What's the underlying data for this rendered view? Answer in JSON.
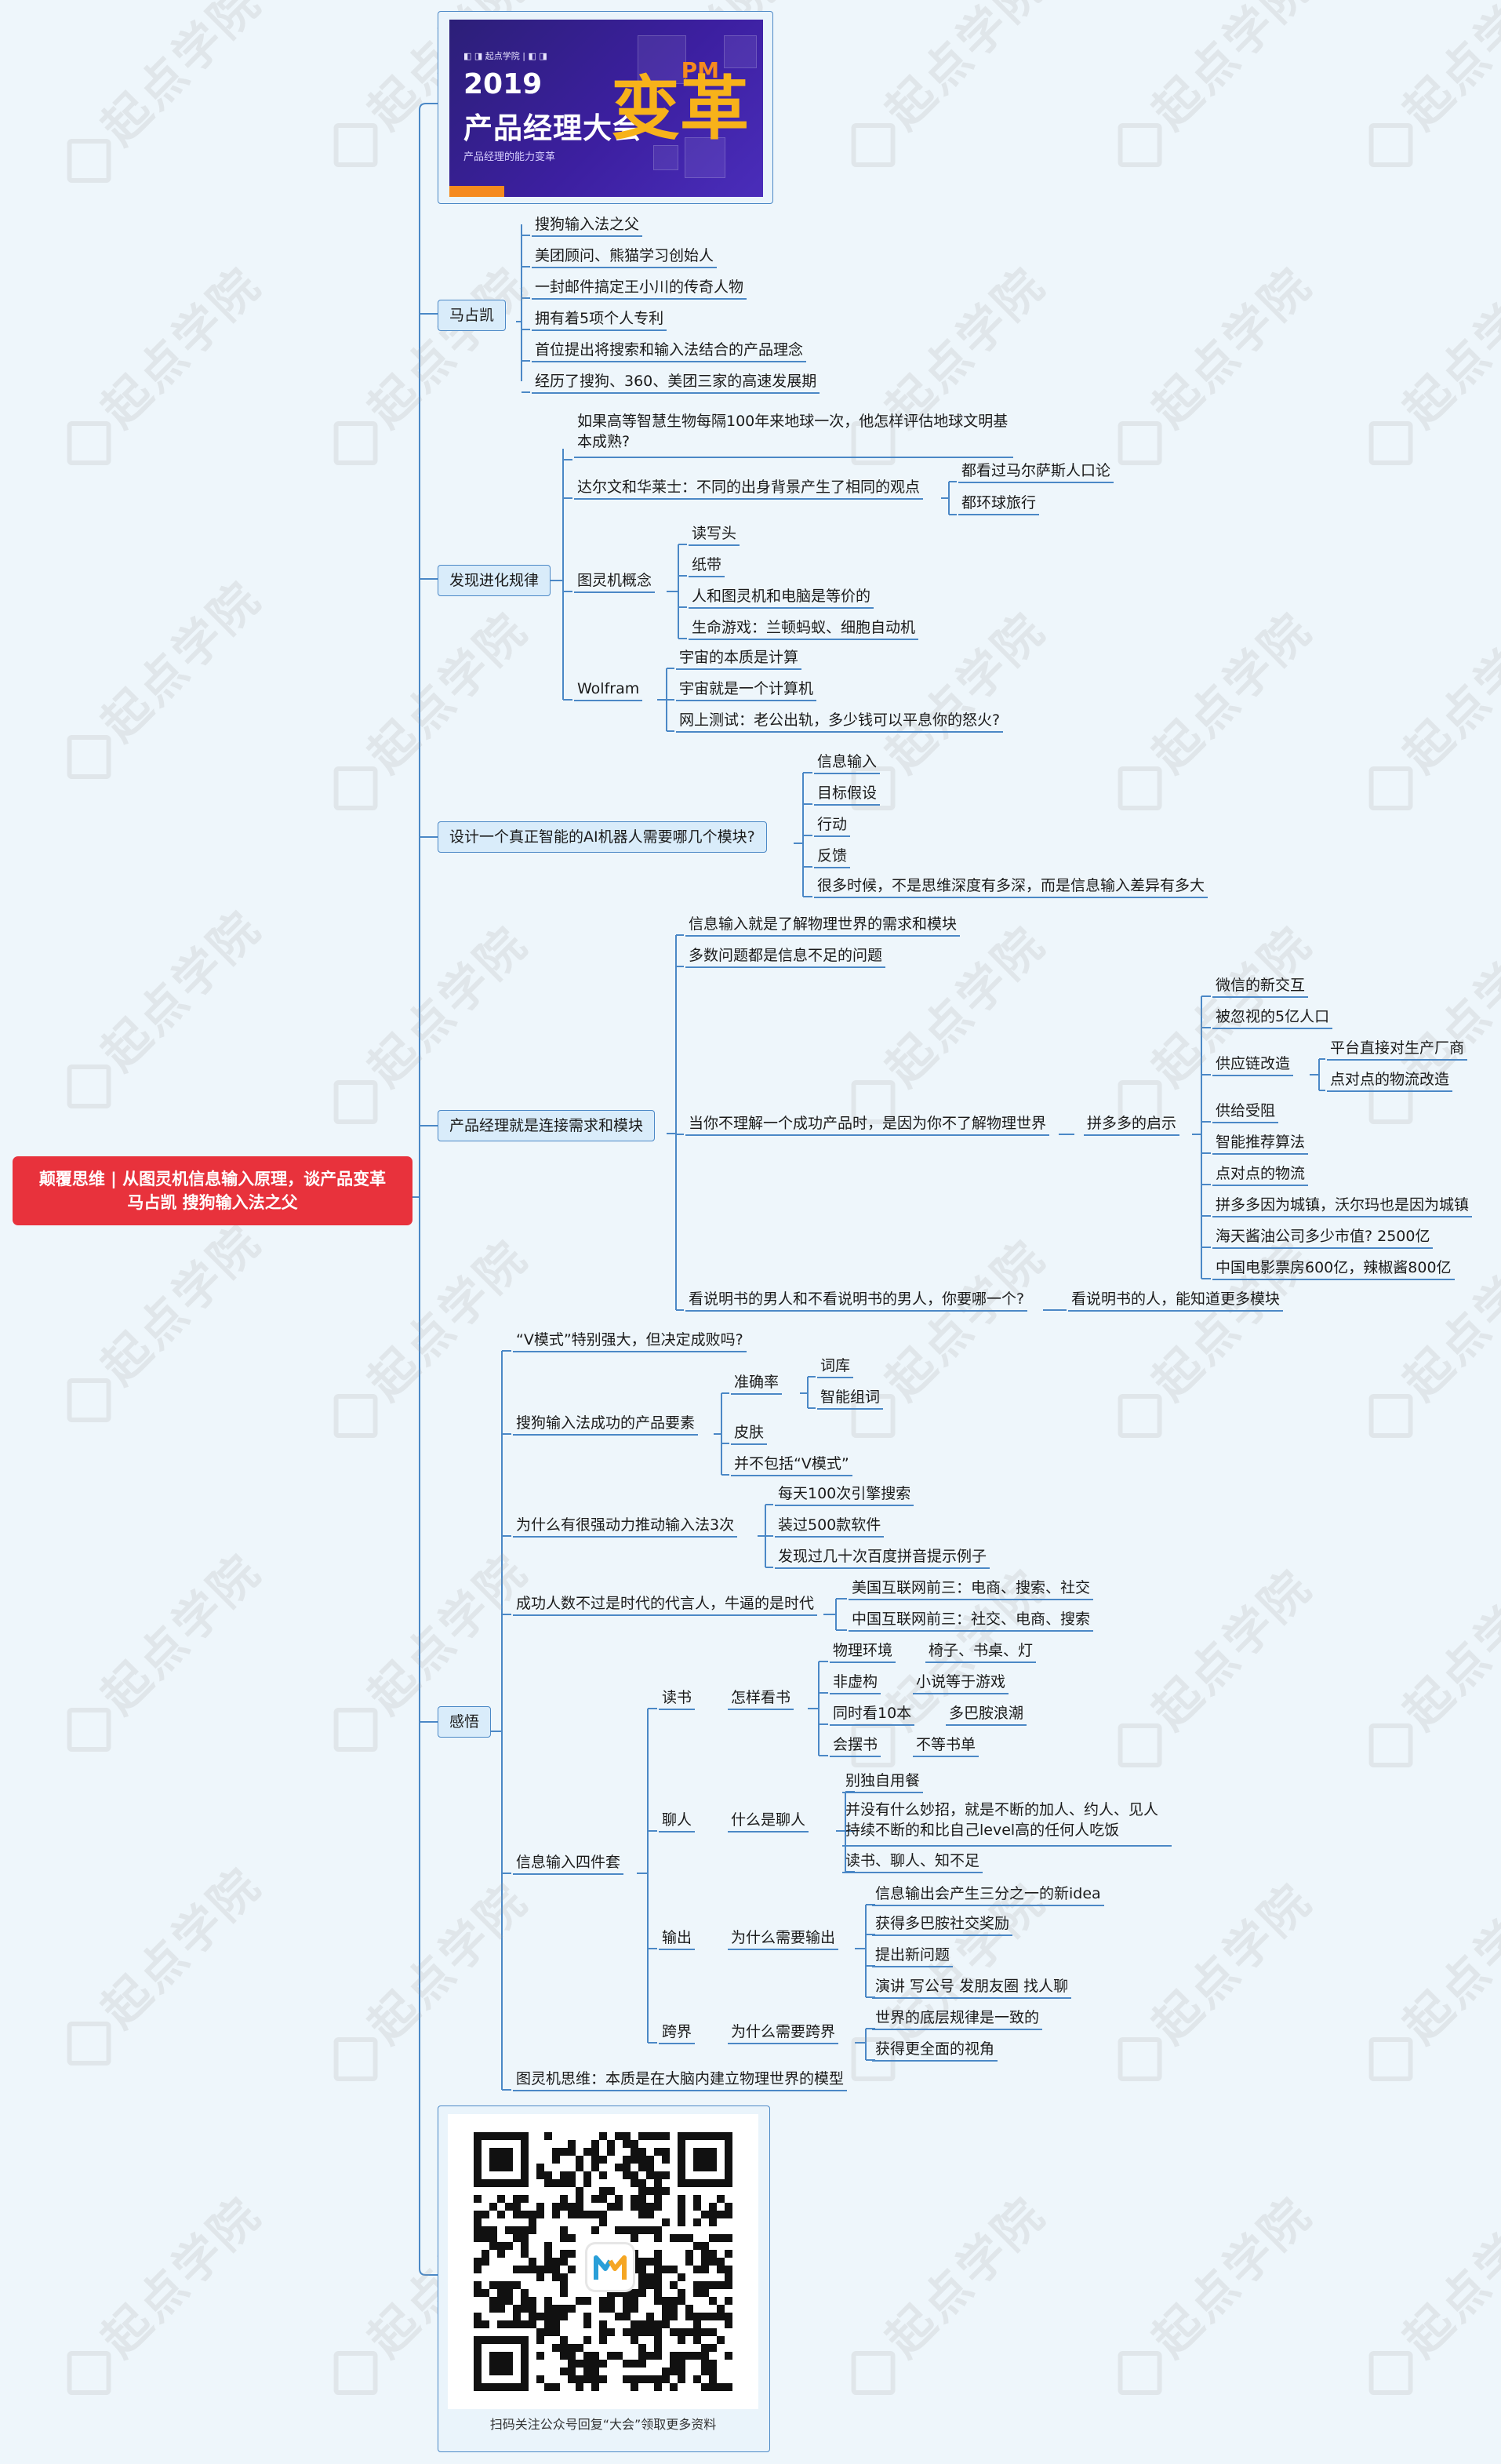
{
  "root": {
    "line1": "颠覆思维 | 从图灵机信息输入原理，谈产品变革",
    "line2": "马占凯 搜狗输入法之父"
  },
  "banner": {
    "logos": "◧ ◨ 起点学院 | ◧ ◨",
    "year": "2019",
    "title": "产品经理大会",
    "subtitle": "产品经理的能力变革",
    "pm": "PM",
    "big": "变革"
  },
  "branches": {
    "b1": {
      "label": "马占凯",
      "items": [
        "搜狗输入法之父",
        "美团顾问、熊猫学习创始人",
        "一封邮件搞定王小川的传奇人物",
        "拥有着5项个人专利",
        "首位提出将搜索和输入法结合的产品理念",
        "经历了搜狗、360、美团三家的高速发展期"
      ]
    },
    "b2": {
      "label": "发现进化规律",
      "q": "如果高等智慧生物每隔100年来地球一次，他怎样评估地球文明基本成熟?",
      "darwin": {
        "label": "达尔文和华莱士：不同的出身背景产生了相同的观点",
        "items": [
          "都看过马尔萨斯人口论",
          "都环球旅行"
        ]
      },
      "turing": {
        "label": "图灵机概念",
        "items": [
          "读写头",
          "纸带",
          "人和图灵机和电脑是等价的",
          "生命游戏：兰顿蚂蚁、细胞自动机"
        ]
      },
      "wolfram": {
        "label": "Wolfram",
        "items": [
          "宇宙的本质是计算",
          "宇宙就是一个计算机",
          "网上测试：老公出轨，多少钱可以平息你的怒火?"
        ]
      }
    },
    "b3": {
      "label": "设计一个真正智能的AI机器人需要哪几个模块?",
      "items": [
        "信息输入",
        "目标假设",
        "行动",
        "反馈",
        "很多时候，不是思维深度有多深，而是信息输入差异有多大"
      ]
    },
    "b4": {
      "label": "产品经理就是连接需求和模块",
      "a": "信息输入就是了解物理世界的需求和模块",
      "b": "多数问题都是信息不足的问题",
      "c": "当你不理解一个成功产品时，是因为你不了解物理世界",
      "pdd": "拼多多的启示",
      "pdd_items": [
        "微信的新交互",
        "被忽视的5亿人口",
        "供应链改造",
        "供给受阻",
        "智能推荐算法",
        "点对点的物流",
        "拼多多因为城镇，沃尔玛也是因为城镇",
        "海天酱油公司多少市值?  2500亿",
        "中国电影票房600亿，辣椒酱800亿"
      ],
      "supply": [
        "平台直接对生产厂商",
        "点对点的物流改造"
      ],
      "d": "看说明书的男人和不看说明书的男人，你要哪一个?",
      "d2": "看说明书的人，能知道更多模块"
    },
    "b5": {
      "label": "感悟",
      "v": "“V模式”特别强大，但决定成败吗?",
      "sogou": "搜狗输入法成功的产品要素",
      "acc": "准确率",
      "acc_items": [
        "词库",
        "智能组词"
      ],
      "skin": "皮肤",
      "notv": "并不包括“V模式”",
      "why3": "为什么有很强动力推动输入法3次",
      "why3_items": [
        "每天100次引擎搜索",
        "装过500款软件",
        "发现过几十次百度拼音提示例子"
      ],
      "succ": "成功人数不过是时代的代言人，牛逼的是时代",
      "succ_items": [
        "美国互联网前三：电商、搜索、社交",
        "中国互联网前三：社交、电商、搜索"
      ],
      "four": "信息输入四件套",
      "read": "读书",
      "read_q": "怎样看书",
      "read_items": [
        [
          "物理环境",
          "椅子、书桌、灯"
        ],
        [
          "非虚构",
          "小说等于游戏"
        ],
        [
          "同时看10本",
          "多巴胺浪潮"
        ],
        [
          "会摆书",
          "不等书单"
        ]
      ],
      "talk": "聊人",
      "talk_q": "什么是聊人",
      "talk_items": [
        "别独自用餐",
        "并没有什么妙招，就是不断的加人、约人、见人持续不断的和比自己level高的任何人吃饭",
        "读书、聊人、知不足"
      ],
      "out": "输出",
      "out_q": "为什么需要输出",
      "out_items": [
        "信息输出会产生三分之一的新idea",
        "获得多巴胺社交奖励",
        "提出新问题",
        "演讲  写公号  发朋友圈  找人聊"
      ],
      "cross": "跨界",
      "cross_q": "为什么需要跨界",
      "cross_items": [
        "世界的底层规律是一致的",
        "获得更全面的视角"
      ],
      "turing": "图灵机思维：本质是在大脑内建立物理世界的模型"
    }
  },
  "qr": {
    "caption": "扫码关注公众号回复“大会”领取更多资料"
  },
  "watermark": "起点学院"
}
